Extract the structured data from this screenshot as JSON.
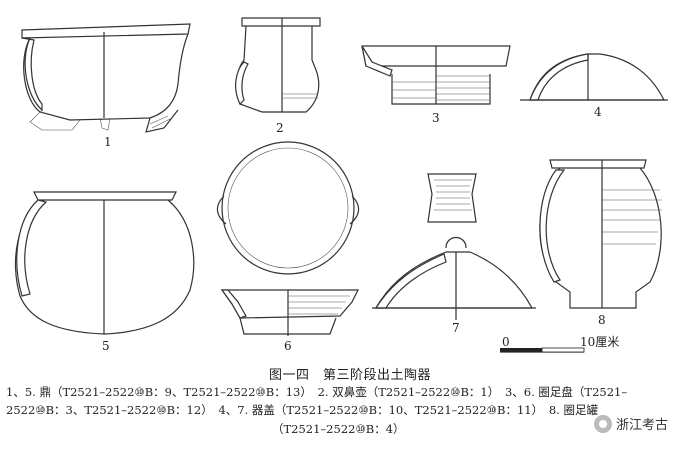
{
  "figure": {
    "numbers": [
      "1",
      "2",
      "3",
      "4",
      "5",
      "6",
      "7",
      "8"
    ],
    "scale_zero": "0",
    "scale_label": "10厘米"
  },
  "caption": {
    "title": "图一四　第三阶段出土陶器",
    "line1": "1、5. 鼎（T2521–2522⑩B：9、T2521–2522⑩B：13）　2. 双鼻壶（T2521–2522⑩B：1）　3、6. 圈足盘（T2521–",
    "line2": "2522⑩B：3、T2521–2522⑩B：12）　4、7. 器盖（T2521–2522⑩B：10、T2521–2522⑩B：11）　8. 圈足罐",
    "line3": "（T2521–2522⑩B：4）"
  },
  "watermark": {
    "text": "浙江考古",
    "icon": "wechat-icon"
  }
}
